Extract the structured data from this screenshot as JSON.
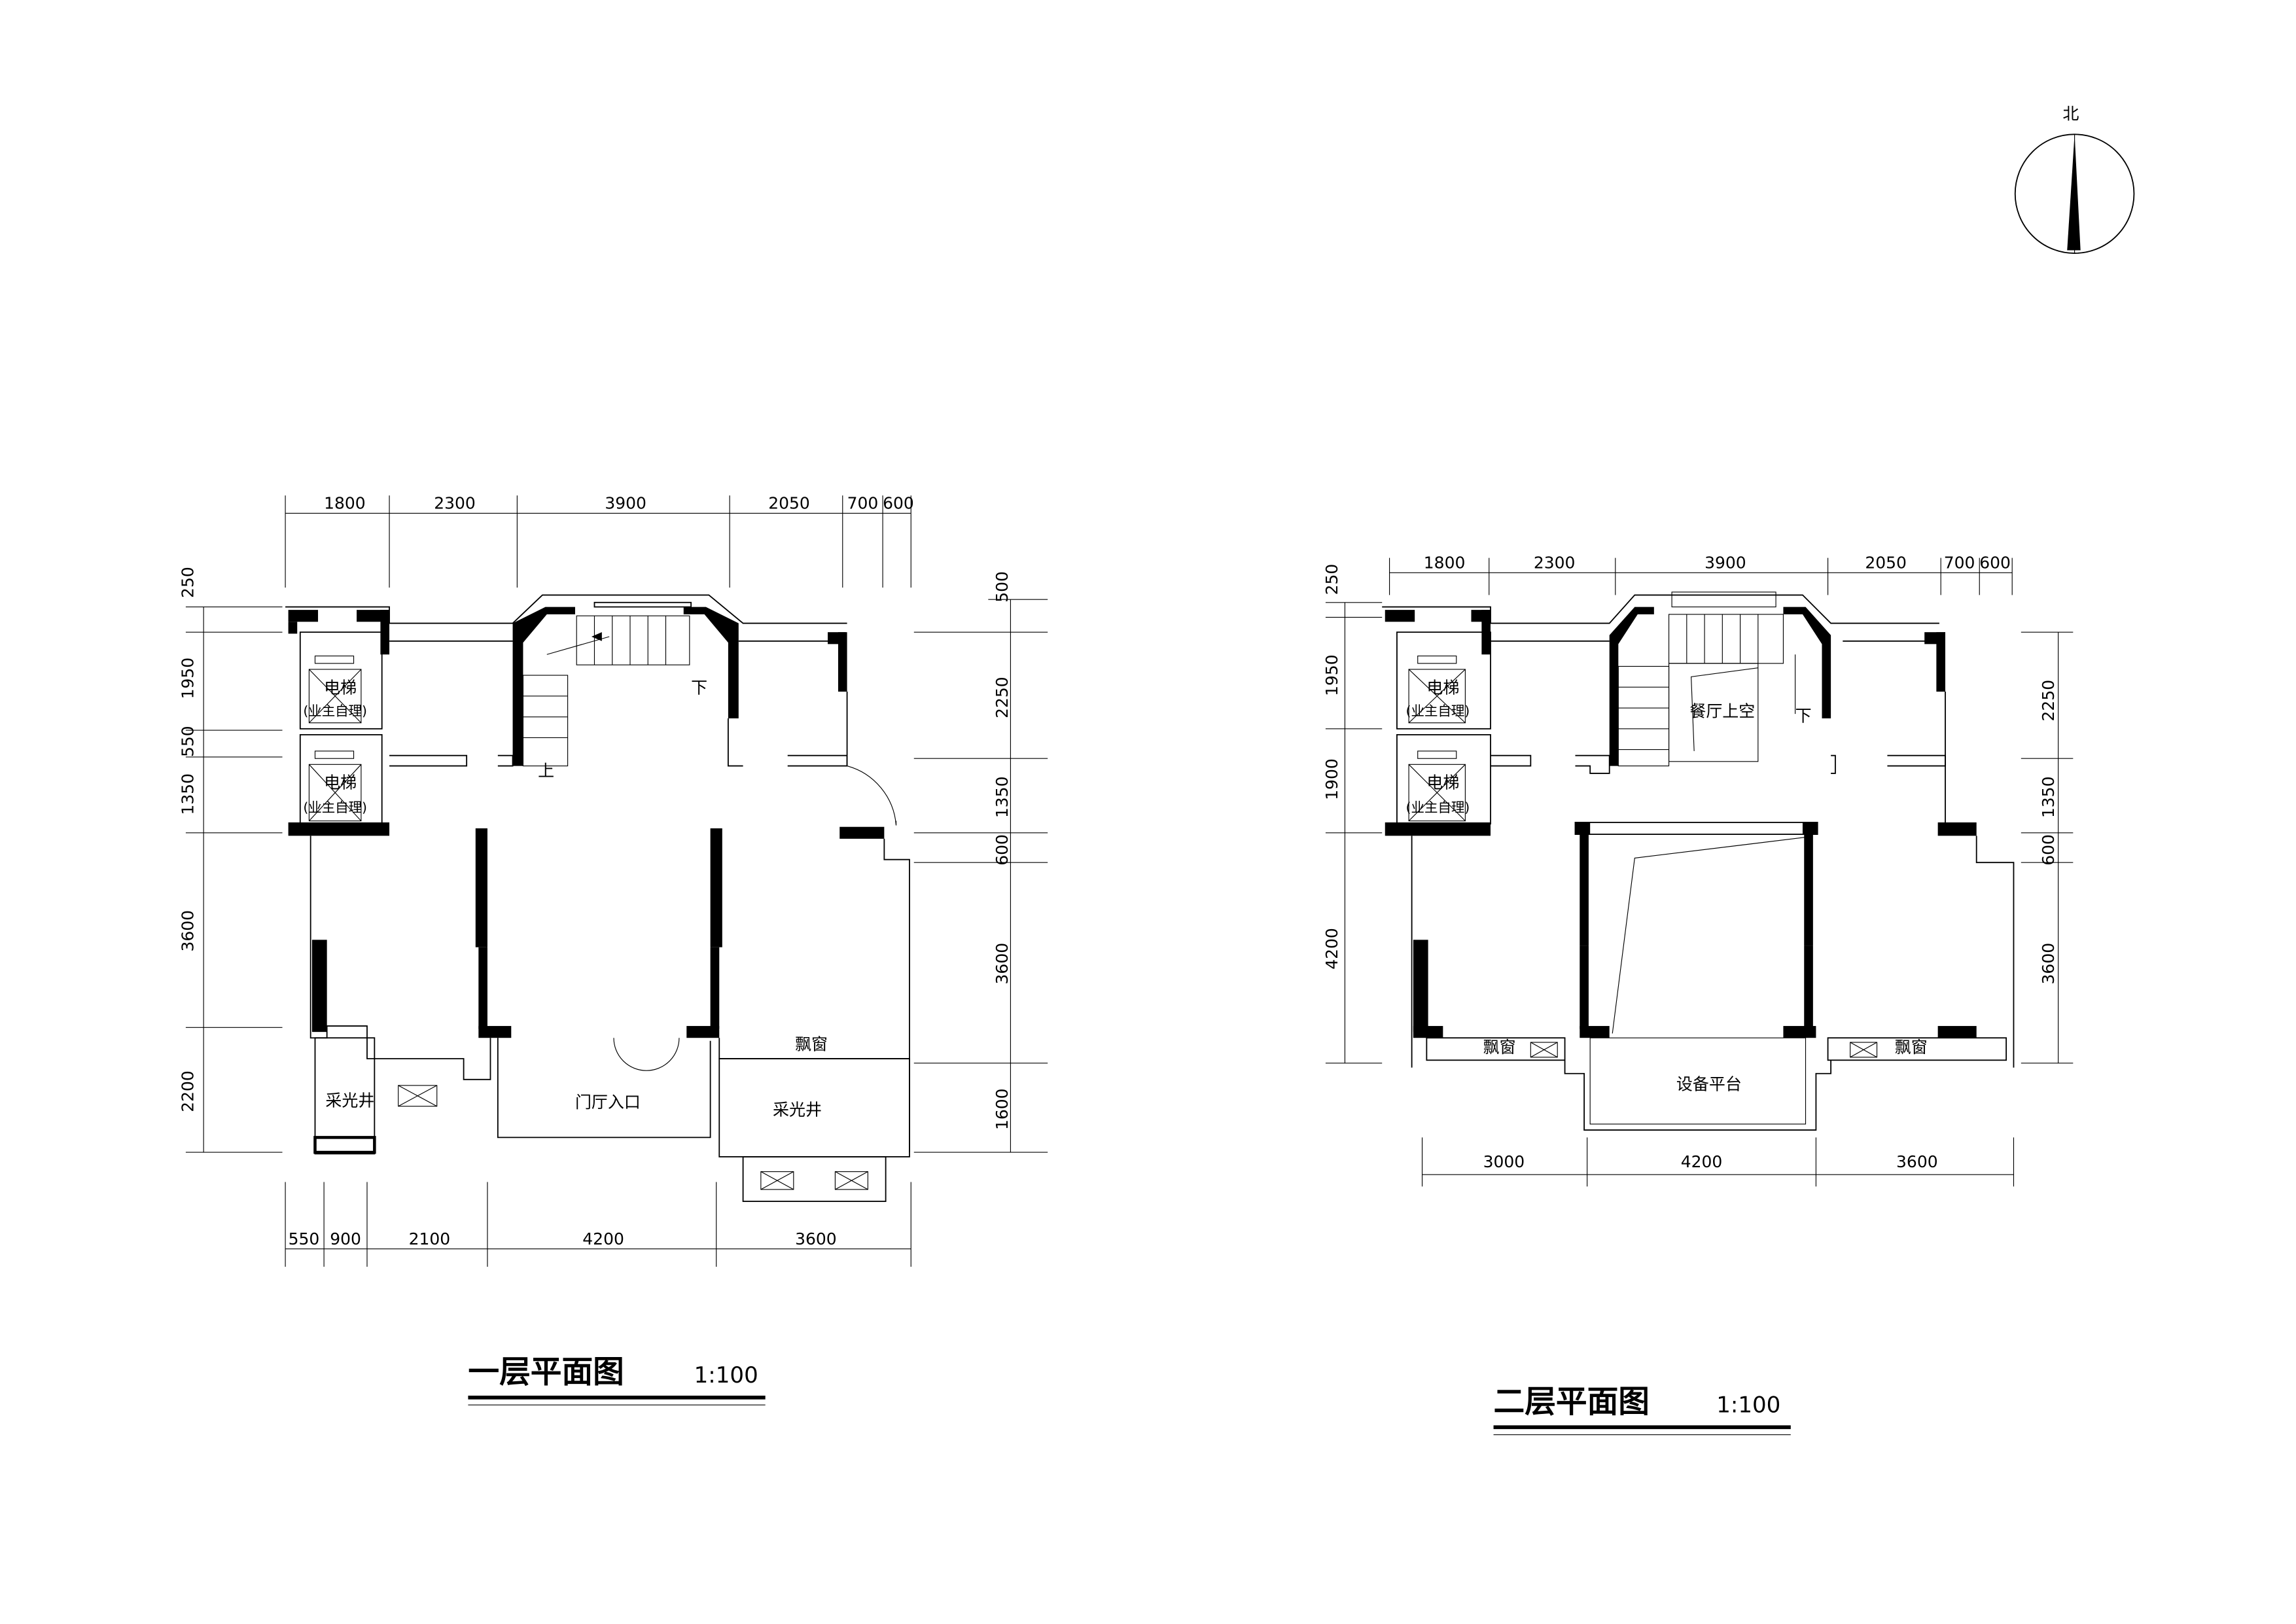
{
  "north": {
    "label": "北"
  },
  "plan1": {
    "title": "一层平面图",
    "scale": "1:100",
    "dims_top": [
      "1800",
      "2300",
      "3900",
      "2050",
      "700",
      "600"
    ],
    "dims_left": [
      "250",
      "1950",
      "550",
      "1350",
      "3600",
      "2200"
    ],
    "dims_right": [
      "500",
      "2250",
      "1350",
      "600",
      "3600",
      "1600"
    ],
    "dims_bottom": [
      "550",
      "900",
      "2100",
      "4200",
      "3600"
    ],
    "elevator_label": "电梯",
    "elevator_note": "(业主自理)",
    "stair_up": "上",
    "stair_down": "下",
    "entrance": "门厅入口",
    "lightwell": "采光井",
    "bay_window": "飘窗"
  },
  "plan2": {
    "title": "二层平面图",
    "scale": "1:100",
    "dims_top": [
      "1800",
      "2300",
      "3900",
      "2050",
      "700",
      "600"
    ],
    "dims_left": [
      "250",
      "1950",
      "1900",
      "4200"
    ],
    "dims_right": [
      "2250",
      "1350",
      "600",
      "3600"
    ],
    "dims_bottom": [
      "3000",
      "4200",
      "3600"
    ],
    "elevator_label": "电梯",
    "elevator_note": "(业主自理)",
    "stair_down": "下",
    "void": "餐厅上空",
    "platform": "设备平台",
    "bay_window": "飘窗"
  }
}
